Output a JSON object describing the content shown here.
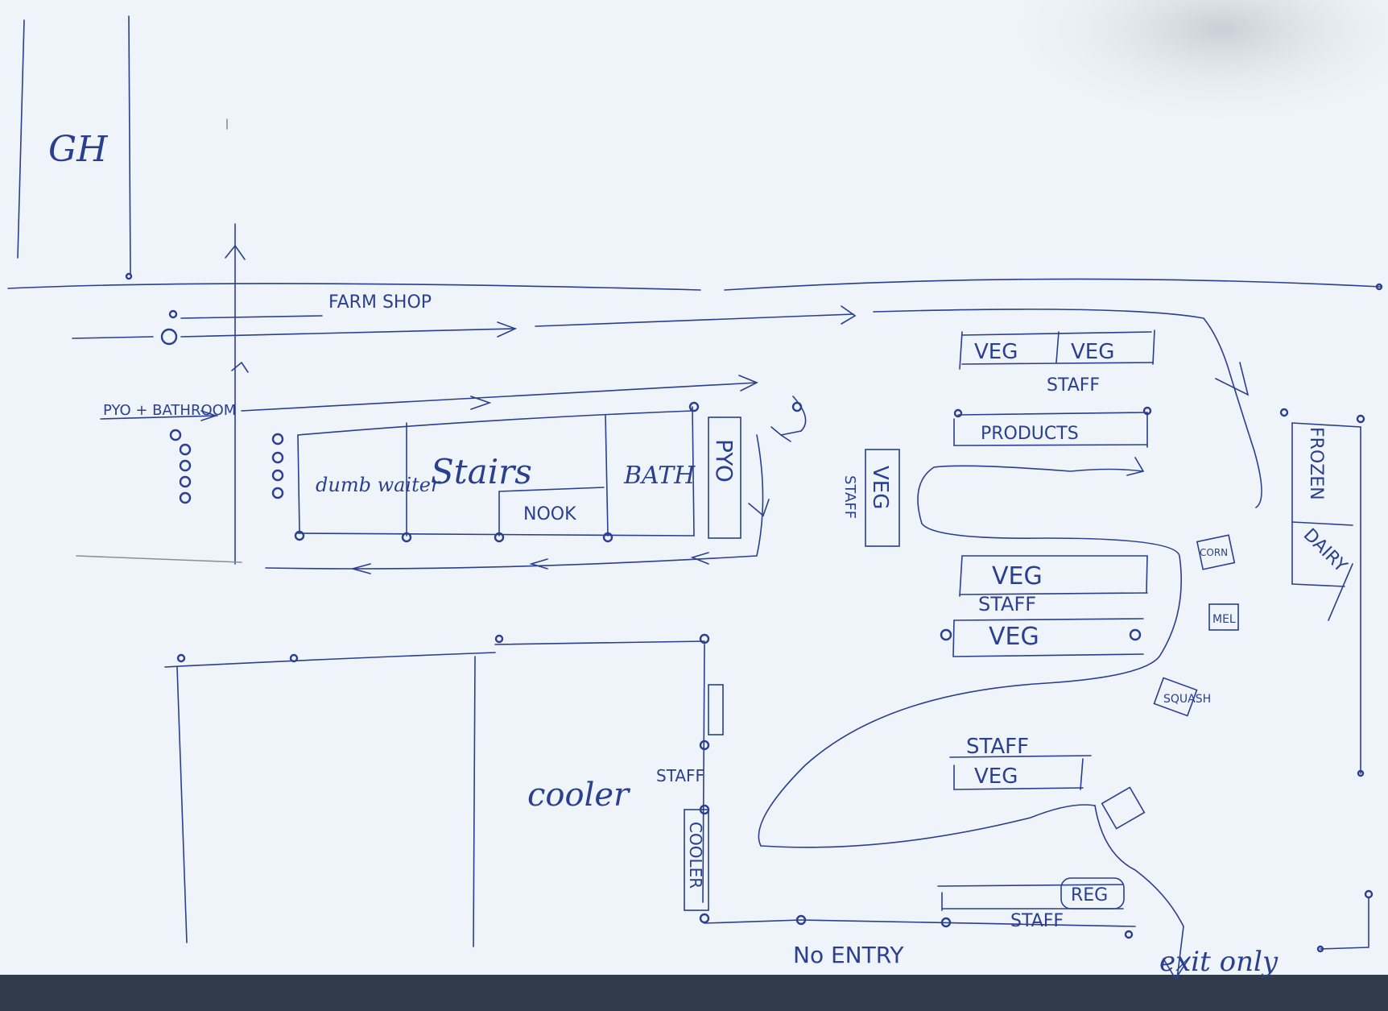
{
  "labels": {
    "gh": "GH",
    "farm_shop": "FARM SHOP",
    "pyo_bathroom": "PYO + BATHROOM",
    "dumb_waiter": "dumb waiter",
    "stairs": "Stairs",
    "nook": "NOOK",
    "bath": "BATH",
    "pyo": "PYO",
    "veg_top_left": "VEG",
    "veg_top_right": "VEG",
    "staff_top": "STAFF",
    "products": "PRODUCTS",
    "staff_vertical": "STAFF",
    "veg_vertical": "VEG",
    "veg_mid_1": "VEG",
    "staff_mid": "STAFF",
    "veg_mid_2": "VEG",
    "corn": "CORN",
    "frozen": "FROZEN",
    "dairy": "DAIRY",
    "mel": "MEL",
    "squash": "SQUASH",
    "staff_lower": "STAFF",
    "veg_lower": "VEG",
    "cooler_script": "cooler",
    "staff_cooler": "STAFF",
    "cooler_vertical": "COOLER",
    "reg": "REG",
    "staff_bottom": "STAFF",
    "no_entry": "No ENTRY",
    "exit_only": "exit only"
  },
  "colors": {
    "ink": "#2b3f8f",
    "paper": "#eef4f9",
    "pencil": "#8a909a"
  }
}
